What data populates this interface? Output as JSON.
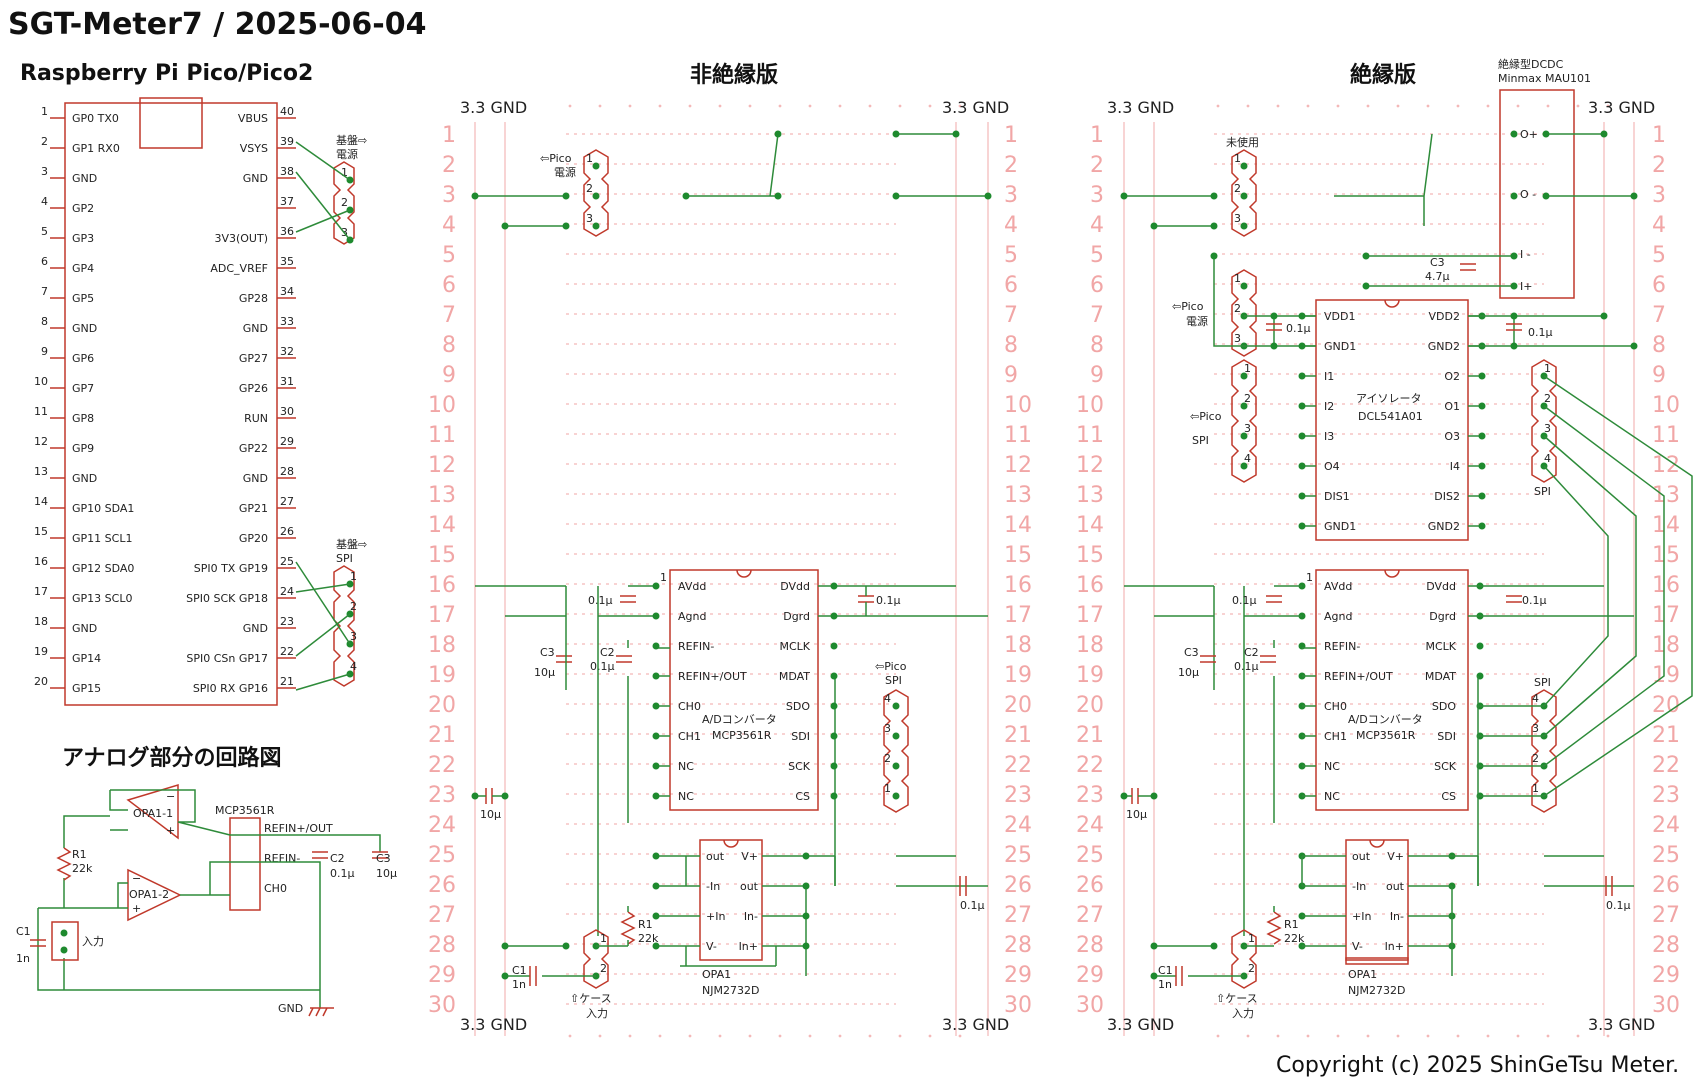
{
  "title": "SGT-Meter7 / 2025-06-04",
  "pico": {
    "heading": "Raspberry Pi Pico/Pico2",
    "left_pins": [
      {
        "n": "1",
        "label": "GP0 TX0"
      },
      {
        "n": "2",
        "label": "GP1 RX0"
      },
      {
        "n": "3",
        "label": "GND"
      },
      {
        "n": "4",
        "label": "GP2"
      },
      {
        "n": "5",
        "label": "GP3"
      },
      {
        "n": "6",
        "label": "GP4"
      },
      {
        "n": "7",
        "label": "GP5"
      },
      {
        "n": "8",
        "label": "GND"
      },
      {
        "n": "9",
        "label": "GP6"
      },
      {
        "n": "10",
        "label": "GP7"
      },
      {
        "n": "11",
        "label": "GP8"
      },
      {
        "n": "12",
        "label": "GP9"
      },
      {
        "n": "13",
        "label": "GND"
      },
      {
        "n": "14",
        "label": "GP10 SDA1"
      },
      {
        "n": "15",
        "label": "GP11 SCL1"
      },
      {
        "n": "16",
        "label": "GP12 SDA0"
      },
      {
        "n": "17",
        "label": "GP13 SCL0"
      },
      {
        "n": "18",
        "label": "GND"
      },
      {
        "n": "19",
        "label": "GP14"
      },
      {
        "n": "20",
        "label": "GP15"
      }
    ],
    "right_pins": [
      {
        "n": "40",
        "label": "VBUS"
      },
      {
        "n": "39",
        "label": "VSYS"
      },
      {
        "n": "38",
        "label": "GND"
      },
      {
        "n": "37",
        "label": ""
      },
      {
        "n": "36",
        "label": "3V3(OUT)"
      },
      {
        "n": "35",
        "label": "ADC_VREF"
      },
      {
        "n": "34",
        "label": "GP28"
      },
      {
        "n": "33",
        "label": "GND"
      },
      {
        "n": "32",
        "label": "GP27"
      },
      {
        "n": "31",
        "label": "GP26"
      },
      {
        "n": "30",
        "label": "RUN"
      },
      {
        "n": "29",
        "label": "GP22"
      },
      {
        "n": "28",
        "label": "GND"
      },
      {
        "n": "27",
        "label": "GP21"
      },
      {
        "n": "26",
        "label": "GP20"
      },
      {
        "n": "25",
        "label": "SPI0 TX GP19"
      },
      {
        "n": "24",
        "label": "SPI0 SCK GP18"
      },
      {
        "n": "23",
        "label": "GND"
      },
      {
        "n": "22",
        "label": "SPI0 CSn GP17"
      },
      {
        "n": "21",
        "label": "SPI0 RX GP16"
      }
    ],
    "conn_power_label": "基盤⇨\n電源",
    "conn_spi_label": "基盤⇨\nSPI"
  },
  "analog": {
    "heading": "アナログ部分の回路図",
    "opa1": "OPA1-1",
    "opa2": "OPA1-2",
    "ic": "MCP3561R",
    "refin_pos": "REFIN+/OUT",
    "refin_neg": "REFIN-",
    "ch0": "CH0",
    "r1": "R1",
    "r1v": "22k",
    "c1": "C1",
    "c1v": "1n",
    "c2": "C2",
    "c2v": "0.1μ",
    "c3": "C3",
    "c3v": "10μ",
    "input": "入力",
    "gnd": "GND"
  },
  "board_left": {
    "heading": "非絶縁版",
    "rail_top": "3.3 GND",
    "rail_bottom": "3.3 GND",
    "pico_power": "⇦Pico\n電源",
    "pico_spi": "⇦Pico\nSPI",
    "adc_title": "A/Dコンバータ",
    "adc_part": "MCP3561R",
    "adc_left": [
      "AVdd",
      "Agnd",
      "REFIN-",
      "REFIN+/OUT",
      "CH0",
      "CH1",
      "NC",
      "NC"
    ],
    "adc_right": [
      "DVdd",
      "Dgrd",
      "MCLK",
      "MDAT",
      "SDO",
      "SDI",
      "SCK",
      "CS"
    ],
    "opa_left": [
      "out",
      "-In",
      "+In",
      "V-"
    ],
    "opa_right": [
      "V+",
      "out",
      "In-",
      "In+"
    ],
    "opa_name": "OPA1",
    "opa_part": "NJM2732D",
    "case_input": "⇧ケース\n入力",
    "c_01": "0.1μ",
    "c_10": "10μ",
    "c3": "C3",
    "c2": "C2",
    "c1": "C1",
    "c1v": "1n",
    "r1": "R1",
    "r1v": "22k",
    "pin1": "1"
  },
  "board_right": {
    "heading": "絶縁版",
    "rail_top": "3.3 GND",
    "rail_bottom": "3.3 GND",
    "unused": "未使用",
    "pico_power": "⇦Pico\n電源",
    "pico_spi": "⇦Pico\nSPI",
    "dcdc_title": "絶縁型DCDC",
    "dcdc_part": "Minmax MAU101",
    "dcdc_pins": [
      "O+",
      "O -",
      "I -",
      "I+"
    ],
    "c3": "C3",
    "c3v": "4.7μ",
    "iso_title": "アイソレータ",
    "iso_part": "DCL541A01",
    "iso_left": [
      "VDD1",
      "GND1",
      "I1",
      "I2",
      "I3",
      "O4",
      "DIS1",
      "GND1"
    ],
    "iso_right": [
      "VDD2",
      "GND2",
      "O2",
      "O1",
      "O3",
      "I4",
      "DIS2",
      "GND2"
    ],
    "spi": "SPI"
  },
  "row_numbers": [
    "1",
    "2",
    "3",
    "4",
    "5",
    "6",
    "7",
    "8",
    "9",
    "10",
    "11",
    "12",
    "13",
    "14",
    "15",
    "16",
    "17",
    "18",
    "19",
    "20",
    "21",
    "22",
    "23",
    "24",
    "25",
    "26",
    "27",
    "28",
    "29",
    "30"
  ],
  "copyright": "Copyright (c) 2025 ShinGeTsu Meter."
}
